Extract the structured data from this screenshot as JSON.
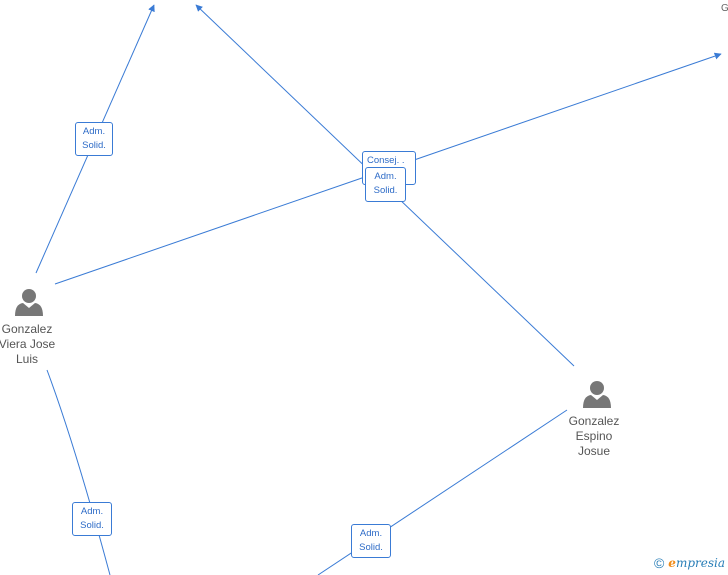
{
  "corner_text": "G",
  "people": [
    {
      "id": "p1",
      "name_lines": [
        "Gonzalez",
        "Viera Jose",
        "Luis"
      ],
      "icon": "person-icon"
    },
    {
      "id": "p2",
      "name_lines": [
        "Gonzalez",
        "Espino",
        "Josue"
      ],
      "icon": "person-icon"
    }
  ],
  "relations": [
    {
      "id": "r1",
      "lines": [
        "Adm.",
        "Solid."
      ]
    },
    {
      "id": "r2",
      "lines": [
        "Consej. ."
      ]
    },
    {
      "id": "r3",
      "lines": [
        "Adm.",
        "Solid."
      ]
    },
    {
      "id": "r4",
      "lines": [
        "Adm.",
        "Solid."
      ]
    },
    {
      "id": "r5",
      "lines": [
        "Adm.",
        "Solid."
      ]
    }
  ],
  "brand": {
    "copyright": "©",
    "first_letter": "e",
    "rest": "mpresia"
  },
  "colors": {
    "edge": "#3a7bd5",
    "person": "#777777",
    "brand_orange": "#f08c1a"
  }
}
